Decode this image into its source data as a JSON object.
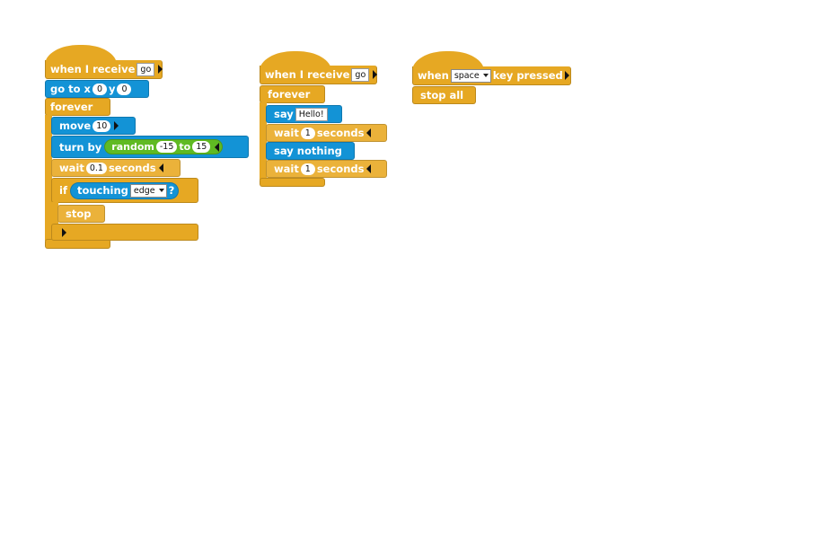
{
  "script1": {
    "hat_label": "when I receive",
    "hat_message": "go",
    "goto_label": "go to x",
    "goto_x": "0",
    "goto_y_label": "y",
    "goto_y": "0",
    "forever_label": "forever",
    "move_label": "move",
    "move_steps": "10",
    "turn_label": "turn by",
    "random_label": "random",
    "random_from": "-15",
    "random_to_label": "to",
    "random_to": "15",
    "wait_label": "wait",
    "wait_value": "0.1",
    "wait_unit": "seconds",
    "if_label": "if",
    "touching_label": "touching",
    "touching_target": "edge",
    "question_mark": "?",
    "stop_label": "stop"
  },
  "script2": {
    "hat_label": "when I receive",
    "hat_message": "go",
    "forever_label": "forever",
    "say_label": "say",
    "say_text": "Hello!",
    "wait_label": "wait",
    "wait_value_1": "1",
    "wait_unit": "seconds",
    "say_nothing_label": "say nothing",
    "wait_value_2": "1"
  },
  "script3": {
    "hat_when": "when",
    "key": "space",
    "hat_key_pressed": "key pressed",
    "stop_all_label": "stop all"
  },
  "colors": {
    "control": "#e6a823",
    "motion": "#1393d6",
    "operators": "#5fba23",
    "sensing": "#1393d6"
  }
}
